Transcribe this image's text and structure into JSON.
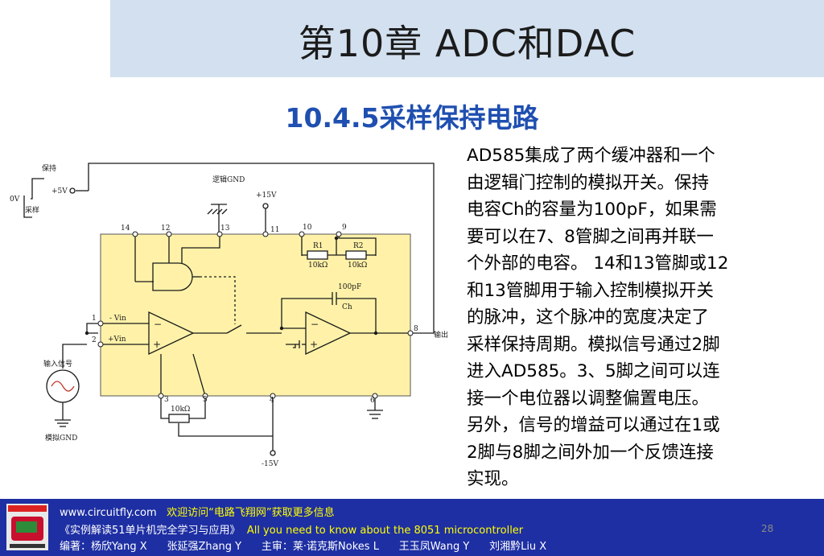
{
  "header": {
    "chapter_title": "第10章  ADC和DAC"
  },
  "section": {
    "title": "10.4.5采样保持电路"
  },
  "description": {
    "lines": [
      "AD585集成了两个缓冲器和一个",
      "由逻辑门控制的模拟开关。保持",
      "电容Ch的容量为100pF，如果需",
      "要可以在7、8管脚之间再并联一",
      "个外部的电容。 14和13管脚或12",
      "和13管脚用于输入控制模拟开关",
      "的脉冲，这个脉冲的宽度决定了",
      "采样保持周期。模拟信号通过2脚",
      "进入AD585。3、5脚之间可以连",
      "接一个电位器以调整偏置电压。",
      "另外，信号的增益可以通过在1或",
      "2脚与8脚之间外加一个反馈连接",
      "实现。"
    ]
  },
  "schematic": {
    "hold_label": "保持",
    "zero_v_label": "0V",
    "sample_label": "采样",
    "plus5v": "+5V",
    "logic_gnd": "逻辑GND",
    "plus15v": "+15V",
    "minus15v": "-15V",
    "pins": {
      "p1": "1",
      "p2": "2",
      "p3": "3",
      "p4": "4",
      "p5": "5",
      "p6": "6",
      "p8": "8",
      "p9": "9",
      "p10": "10",
      "p11": "11",
      "p12": "12",
      "p13": "13",
      "p14": "14"
    },
    "r1_name": "R1",
    "r1_value": "10kΩ",
    "r2_name": "R2",
    "r2_value": "10kΩ",
    "cap_value": "100pF",
    "cap_name": "Ch",
    "minus_vin": "- Vin",
    "plus_vin": "+Vin",
    "output_label": "输出",
    "input_signal_label": "输入信号",
    "analog_gnd": "模拟GND",
    "pot_value": "10kΩ",
    "opamp_minus": "−",
    "opamp_plus": "+"
  },
  "footer": {
    "website": "www.circuitfly.com",
    "welcome": "欢迎访问“电路飞翔网”获取更多信息",
    "book_cn": "《实例解读51单片机完全学习与应用》",
    "book_en": "All you need to know about the 8051 microcontroller",
    "authors": "编著：杨欣Yang X      张延强Zhang Y      主审：莱·诺克斯Nokes L      王玉凤Wang Y      刘湘黔Liu X"
  },
  "page_number": "28"
}
